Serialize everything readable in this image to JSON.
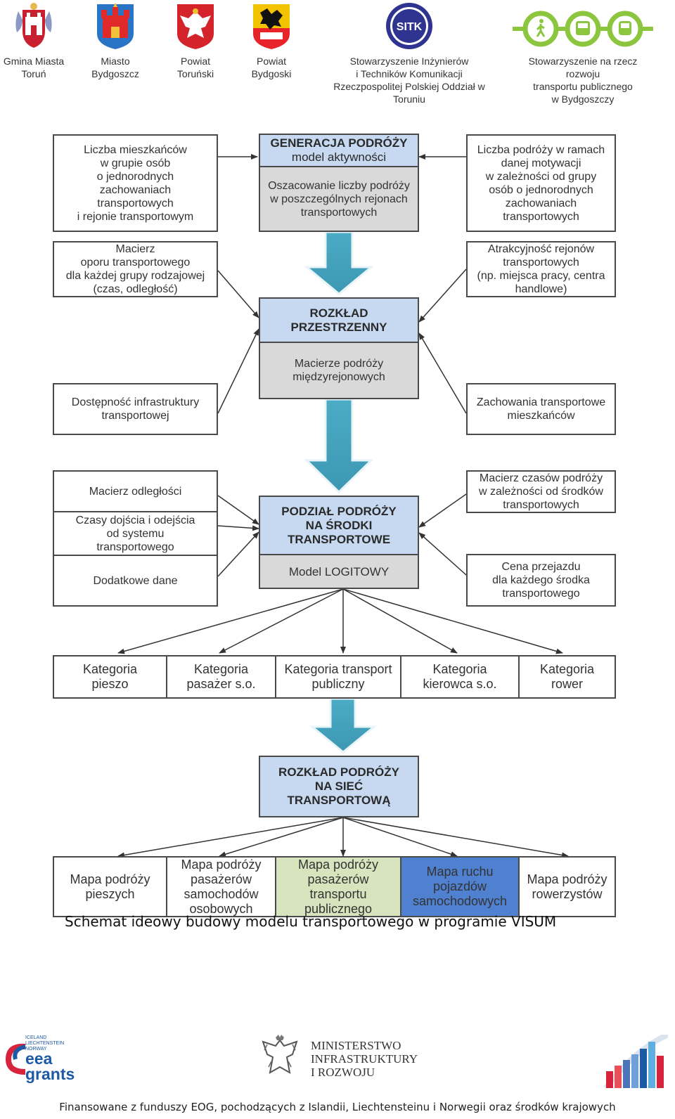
{
  "header_logos": [
    {
      "name": "Gmina Miasta\nToruń"
    },
    {
      "name": "Miasto\nBydgoszcz"
    },
    {
      "name": "Powiat\nToruński"
    },
    {
      "name": "Powiat\nBydgoski"
    },
    {
      "name": "Stowarzyszenie Inżynierów\ni Techników Komunikacji\nRzeczpospolitej Polskiej Oddział w Toruniu",
      "mark": "SITK"
    },
    {
      "name": "Stowarzyszenie na rzecz rozwoju\ntransportu publicznego\nw Bydgoszczy"
    }
  ],
  "diagram": {
    "generation": {
      "title": "GENERACJA PODRÓŻY",
      "subtitle": "model aktywności",
      "body": "Oszacowanie liczby podróży\nw poszczególnych rejonach\ntransportowych"
    },
    "distribution": {
      "title": "ROZKŁAD\nPRZESTRZENNY",
      "body": "Macierze podróży\nmiędzyrejonowych"
    },
    "modal_split": {
      "title": "PODZIAŁ PODRÓŻY\nNA ŚRODKI\nTRANSPORTOWE",
      "body": "Model LOGITOWY"
    },
    "assignment": {
      "title": "ROZKŁAD PODRÓŻY\nNA SIEĆ\nTRANSPORTOWĄ"
    },
    "left_inputs": {
      "residents": "Liczba mieszkańców\nw grupie osób\no jednorodnych\nzachowaniach\ntransportowych\ni rejonie transportowym",
      "resistance": "Macierz\noporu transportowego\ndla każdej grupy rodzajowej\n(czas, odległość)",
      "accessibility": "Dostępność infrastruktury\ntransportowej",
      "distance": "Macierz odległości",
      "access_time": "Czasy dojścia i odejścia\nod systemu\ntransportowego",
      "additional": "Dodatkowe dane"
    },
    "right_inputs": {
      "trips_per_motivation": "Liczba podróży w ramach\ndanej motywacji\nw zależności od grupy\nosób o jednorodnych\nzachowaniach\ntransportowych",
      "attractiveness": "Atrakcyjność rejonów\ntransportowych\n(np. miejsca pracy, centra\nhandlowe)",
      "behaviour": "Zachowania transportowe\nmieszkańców",
      "travel_times": "Macierz czasów podróży\nw zależności od środków\ntransportowych",
      "fare": "Cena przejazdu\ndla każdego środka\ntransportowego"
    },
    "categories": [
      "Kategoria\npieszo",
      "Kategoria\npasażer s.o.",
      "Kategoria transport\npubliczny",
      "Kategoria\nkierowca s.o.",
      "Kategoria\nrower"
    ],
    "outputs": [
      {
        "label": "Mapa podróży\npieszych",
        "color": "#ffffff"
      },
      {
        "label": "Mapa podróży\npasażerów\nsamochodów\nosobowych",
        "color": "#ffffff"
      },
      {
        "label": "Mapa podróży\npasażerów\ntransportu\npublicznego",
        "color": "#d7e4bd"
      },
      {
        "label": "Mapa ruchu\npojazdów\nsamochodowych",
        "color": "#4f81d0"
      },
      {
        "label": "Mapa podróży\nrowerzystów",
        "color": "#ffffff"
      }
    ]
  },
  "caption": "Schemat ideowy budowy modelu transportowego w programie VISUM",
  "footer": {
    "eea_small": "ICELAND\nLIECHTENSTEIN\nNORWAY",
    "eea_big": "eea\ngrants",
    "ministry": "MINISTERSTWO\nINFRASTRUKTURY\nI ROZWOJU",
    "funding": "Finansowane z funduszy EOG, pochodzących z Islandii, Liechtensteinu i Norwegii oraz środków krajowych"
  },
  "colors": {
    "header_blue": "#c6d9f1",
    "grey_panel": "#d9d9d9",
    "flow_arrow": "#4bacc6",
    "public_transport_fill": "#d7e4bd",
    "car_traffic_fill": "#4f81d0",
    "green_bus_logo": "#8cc63f"
  }
}
